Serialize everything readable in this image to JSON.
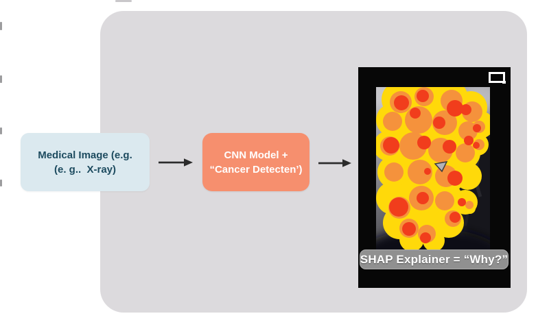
{
  "flow": {
    "input_box": {
      "line1": "Medical Image (e.g.",
      "line2": "(e. g..  X-ray)"
    },
    "model_box": {
      "line1": "CNN Model +",
      "line2": "“Cancer Detecten’)"
    },
    "output_image": {
      "caption": "SHAP Explainer = “Why?”"
    }
  },
  "icons": {
    "frame_corner": "maximize-icon"
  },
  "colors": {
    "page_bg": "#ffffff",
    "panel_bg": "#dcdadd",
    "input_box_bg": "#dbe9ef",
    "input_box_text": "#1d4b5f",
    "model_box_bg": "#f68f6e",
    "model_box_text": "#ffffff",
    "arrow": "#2b2b2b",
    "frame_bg": "#070707",
    "heat_yellow": "#ffd90a",
    "heat_orange": "#f5923c",
    "heat_red": "#f13d1c",
    "caption_bg": "#909090",
    "caption_text": "#ffffff"
  }
}
